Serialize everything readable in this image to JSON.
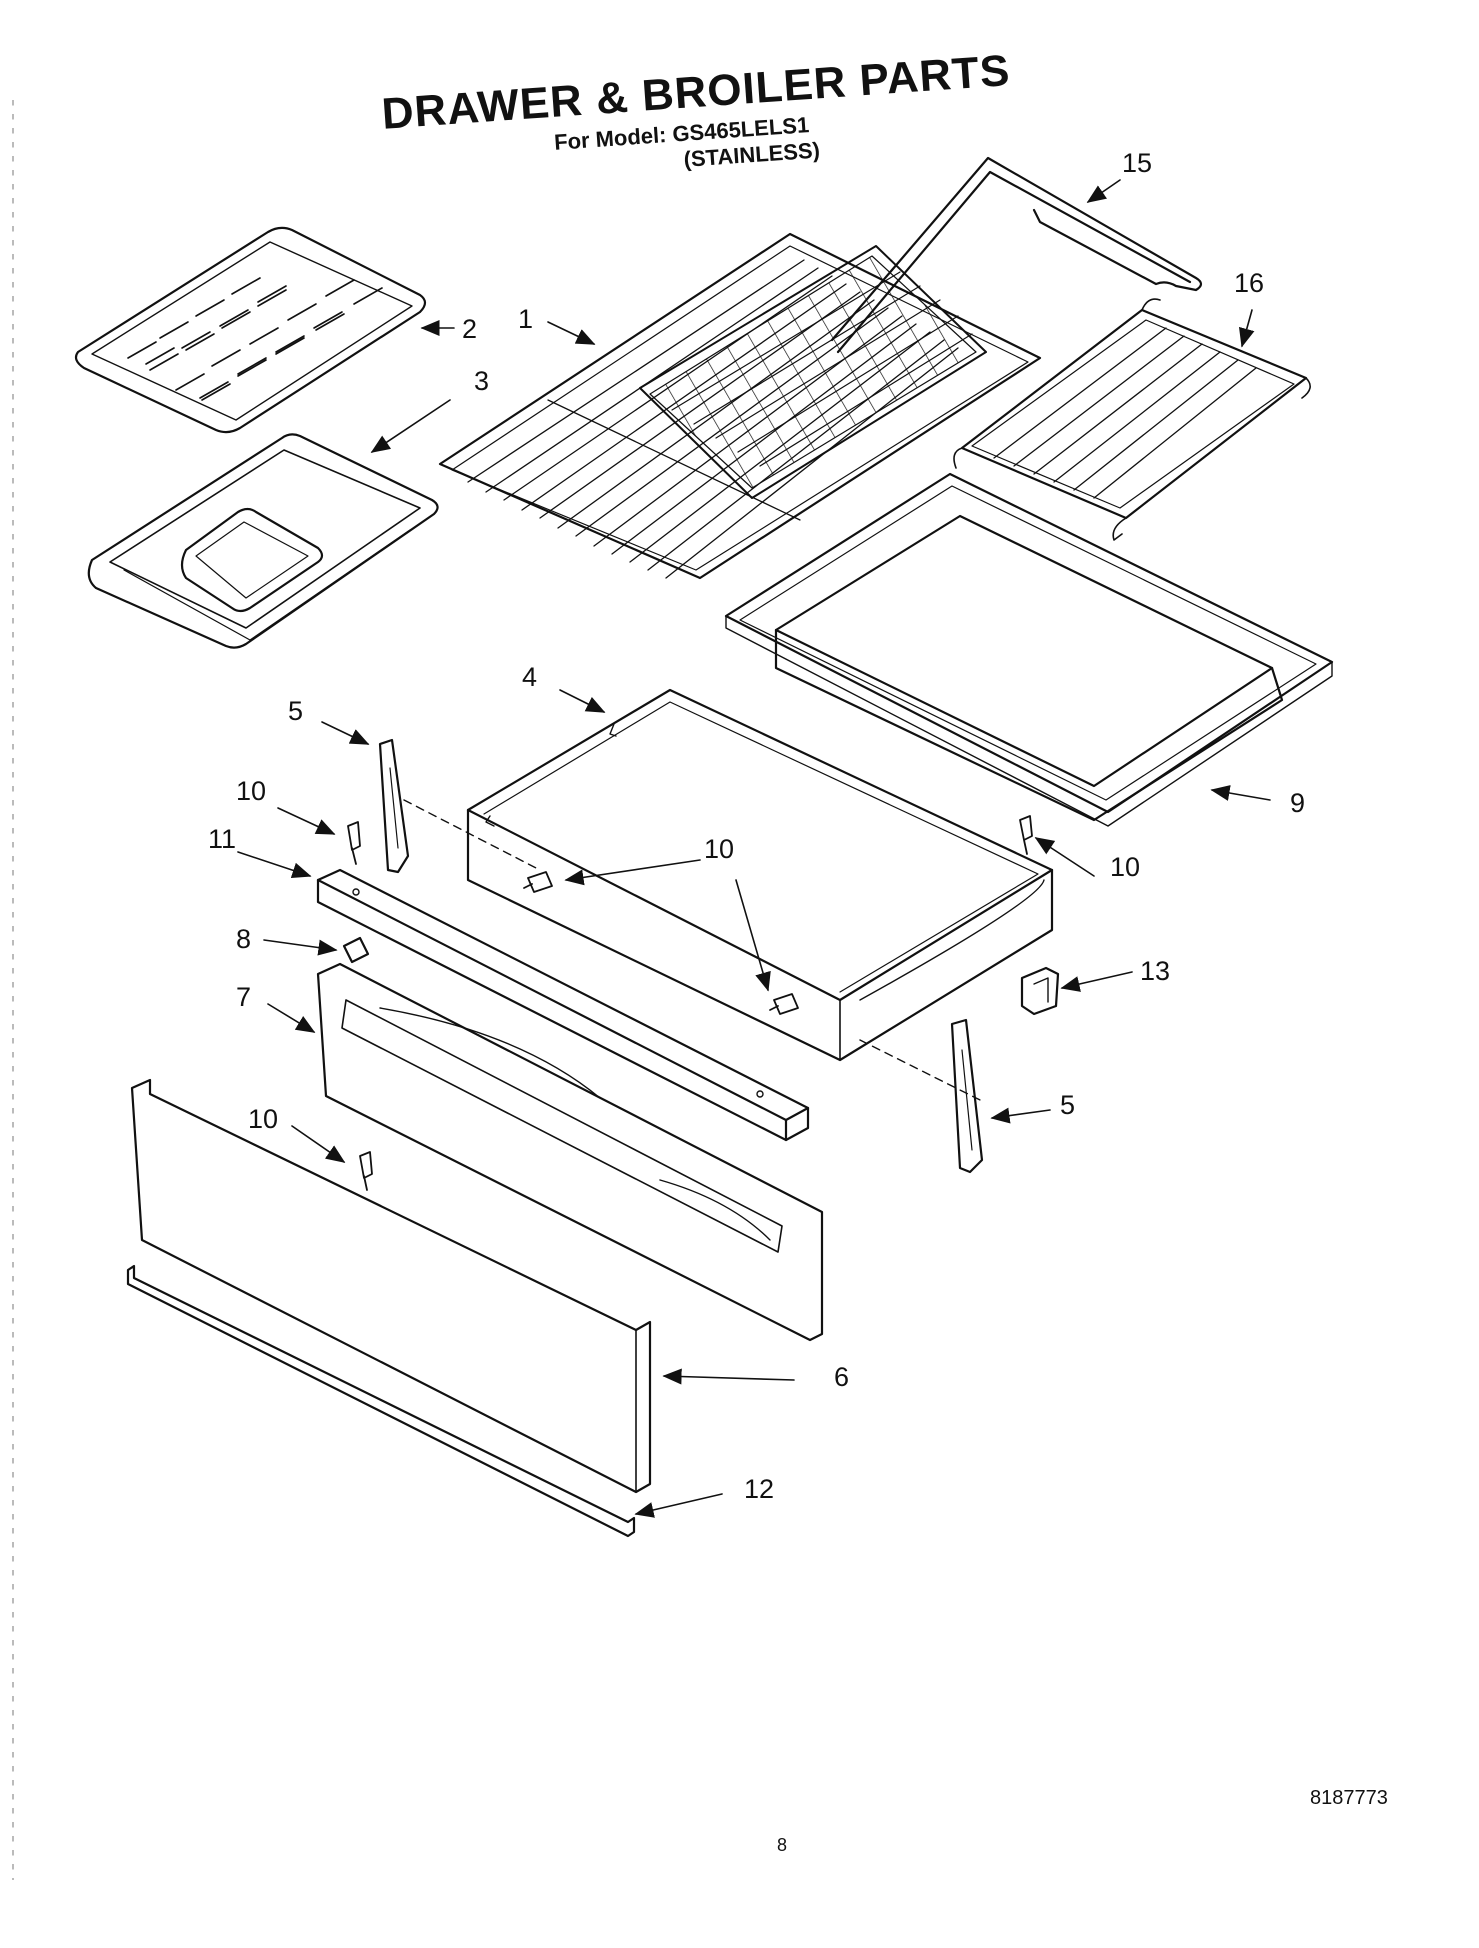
{
  "title": {
    "main": "DRAWER & BROILER PARTS",
    "model_line": "For Model: GS465LELS1",
    "finish": "(STAINLESS)"
  },
  "callouts": [
    {
      "id": "c1",
      "label": "1"
    },
    {
      "id": "c2",
      "label": "2"
    },
    {
      "id": "c3",
      "label": "3"
    },
    {
      "id": "c4",
      "label": "4"
    },
    {
      "id": "c5a",
      "label": "5"
    },
    {
      "id": "c5b",
      "label": "5"
    },
    {
      "id": "c6",
      "label": "6"
    },
    {
      "id": "c7",
      "label": "7"
    },
    {
      "id": "c8",
      "label": "8"
    },
    {
      "id": "c9",
      "label": "9"
    },
    {
      "id": "c10a",
      "label": "10"
    },
    {
      "id": "c10b",
      "label": "10"
    },
    {
      "id": "c10c",
      "label": "10"
    },
    {
      "id": "c10d",
      "label": "10"
    },
    {
      "id": "c11",
      "label": "11"
    },
    {
      "id": "c12",
      "label": "12"
    },
    {
      "id": "c13",
      "label": "13"
    },
    {
      "id": "c15",
      "label": "15"
    },
    {
      "id": "c16",
      "label": "16"
    }
  ],
  "document_number": "8187773",
  "page_number": "8"
}
